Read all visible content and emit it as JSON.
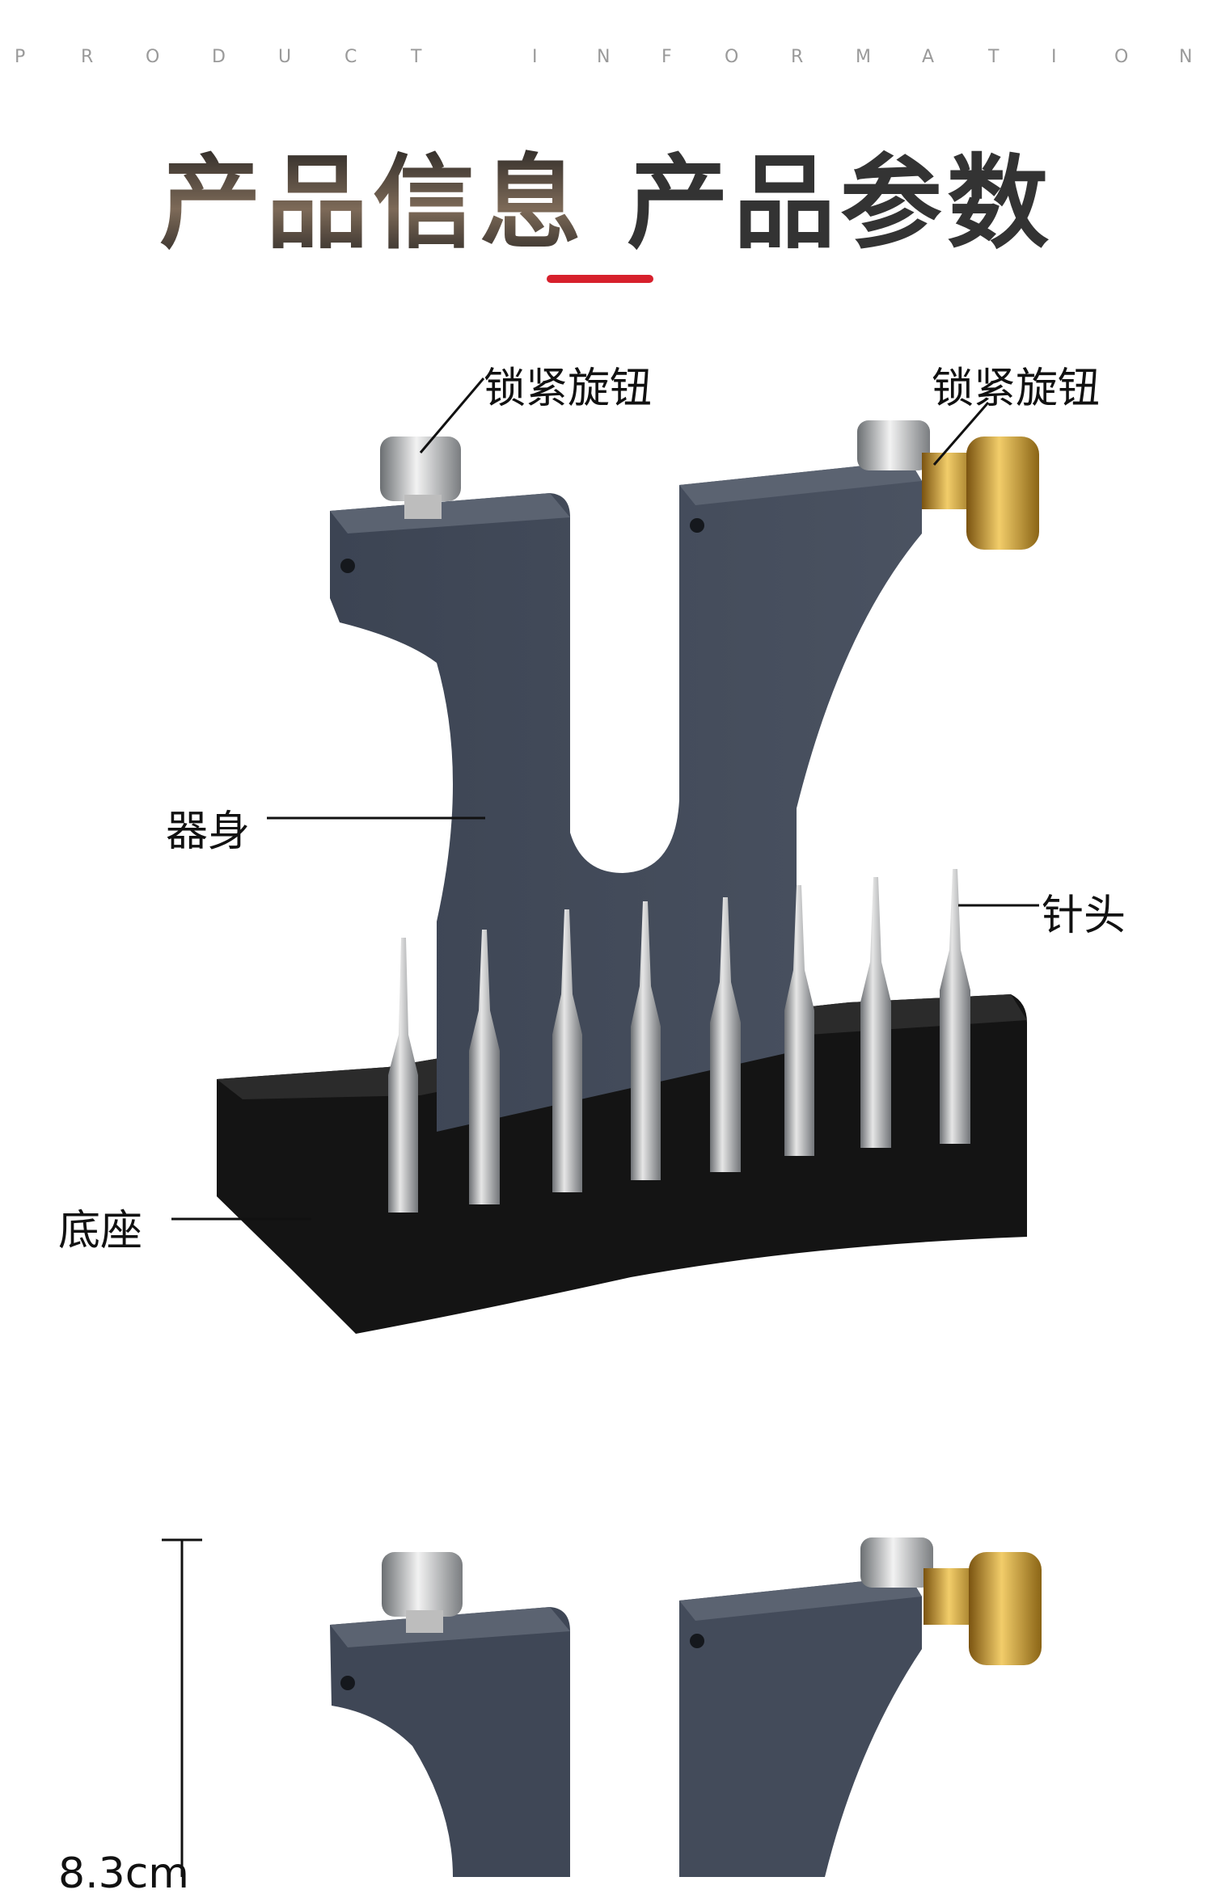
{
  "header": {
    "eyebrow_letters": [
      "P",
      "R",
      "O",
      "D",
      "U",
      "C",
      "T",
      "I",
      "N",
      "F",
      "O",
      "R",
      "M",
      "A",
      "T",
      "I",
      "O",
      "N"
    ],
    "title_part1": "产品信息",
    "title_part2": "产品参数",
    "accent_color": "#d7202c"
  },
  "product_diagram": {
    "labels": {
      "knob_left": "锁紧旋钮",
      "knob_right": "锁紧旋钮",
      "body": "器身",
      "needle": "针头",
      "base": "底座"
    }
  },
  "dimension_view": {
    "height_label": "8.3cm"
  }
}
